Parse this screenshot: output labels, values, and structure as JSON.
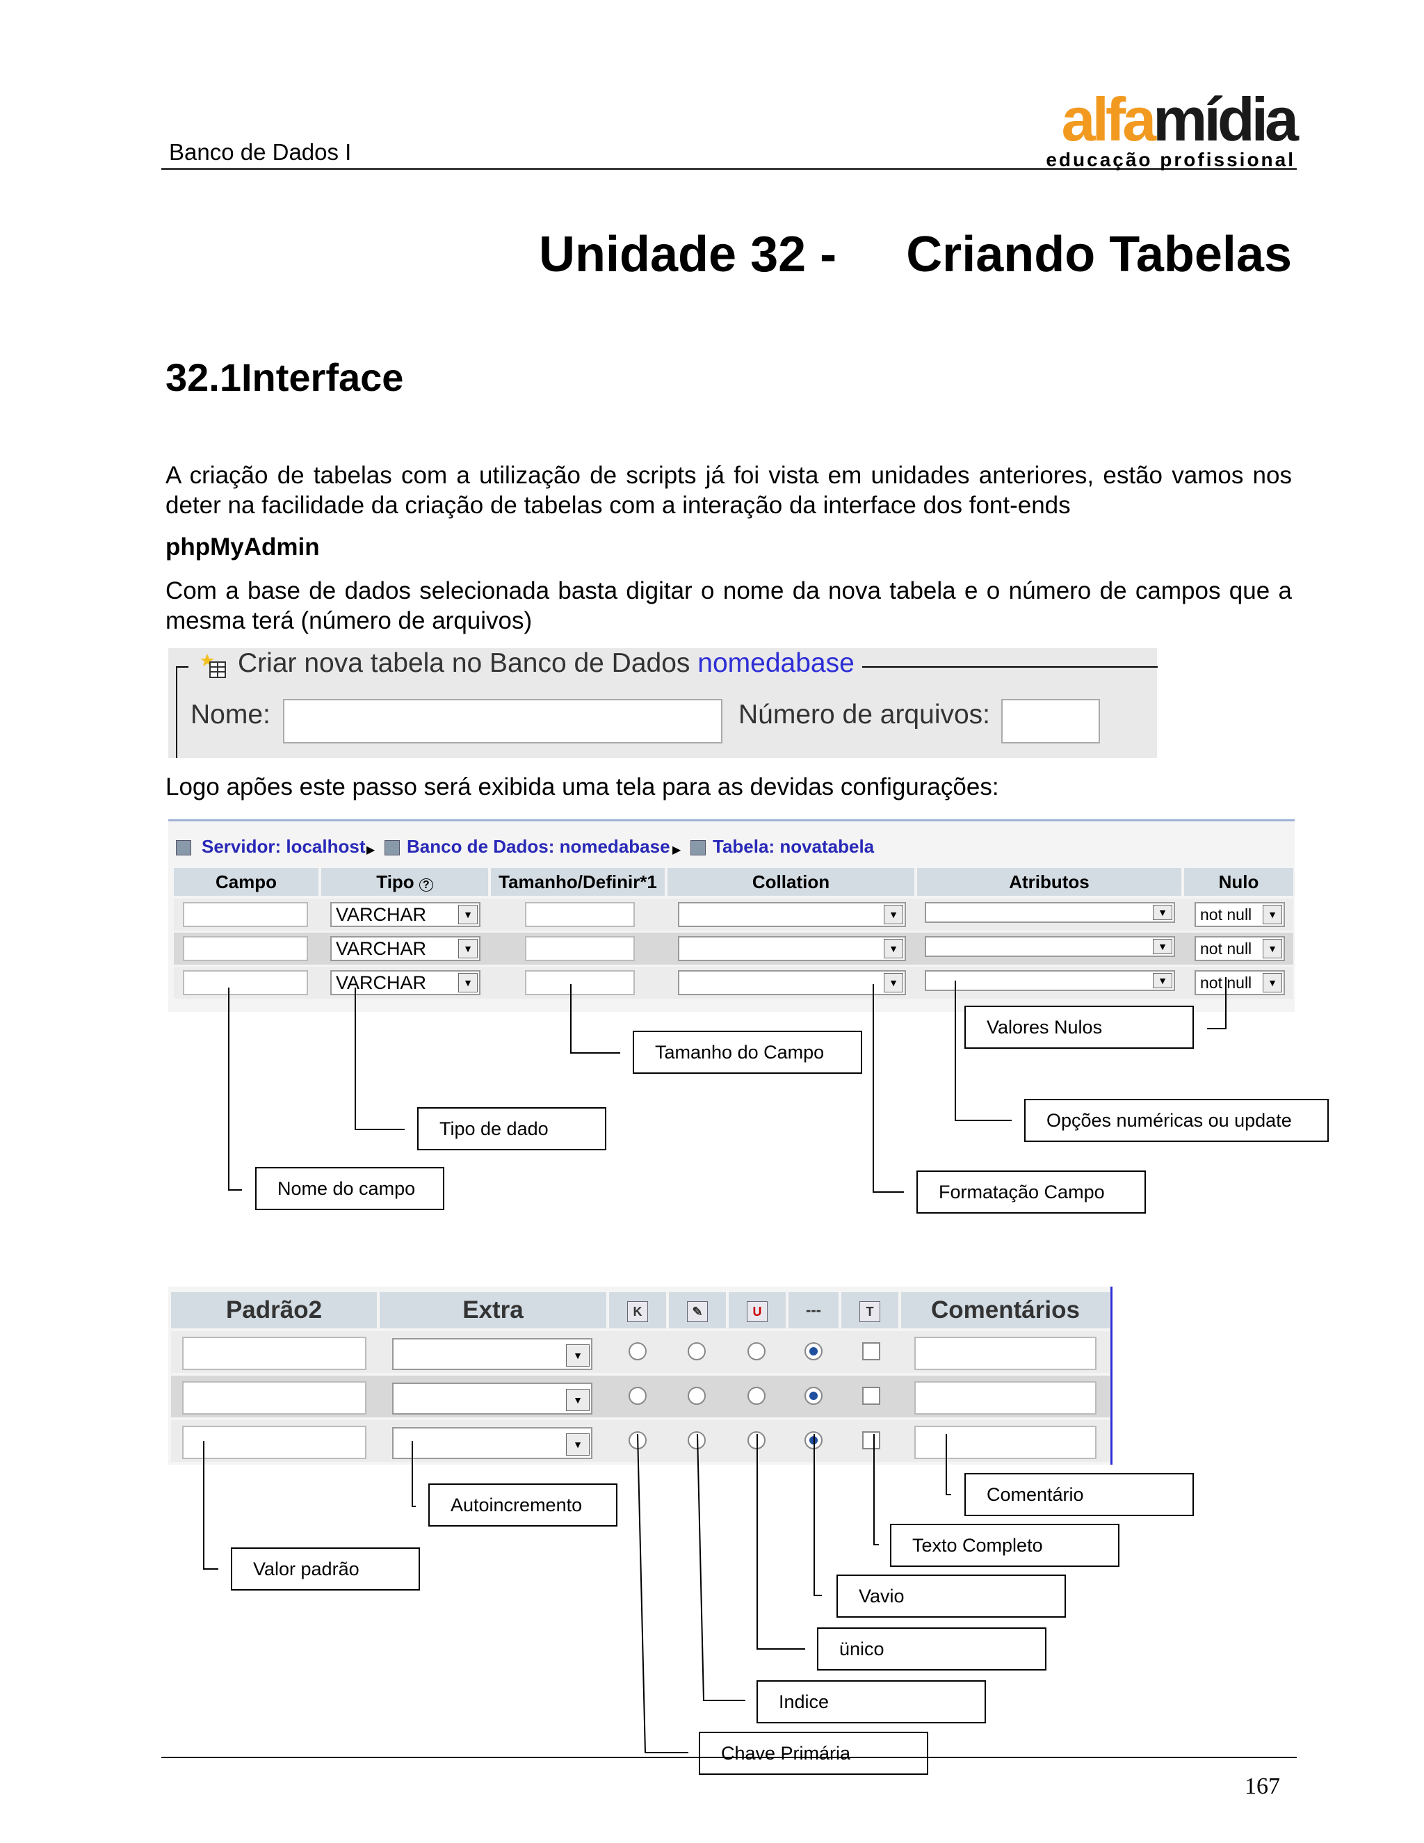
{
  "header": {
    "course": "Banco de Dados I",
    "logo_part1": "alfa",
    "logo_part2": "mídia",
    "logo_sub": "educação profissional"
  },
  "title": {
    "unit": "Unidade 32 -",
    "name": "Criando Tabelas"
  },
  "section": {
    "number": "32.1",
    "name": "Interface"
  },
  "paragraphs": {
    "p1": "A criação de tabelas com a utilização de scripts já foi vista em unidades anteriores, estão vamos nos deter na facilidade da criação de tabelas com a interação da interface dos font-ends",
    "p2": "phpMyAdmin",
    "p3": "Com a base de dados selecionada basta digitar o nome da nova tabela e o número de campos que a mesma terá (número de arquivos)",
    "p4": "Logo apões este passo será exibida uma tela para as devidas configurações:"
  },
  "create_form": {
    "legend_prefix": "Criar nova tabela no Banco de Dados",
    "db_name": "nomedabase",
    "name_label": "Nome:",
    "fields_label": "Número de arquivos:"
  },
  "breadcrumb": {
    "server": "Servidor: localhost",
    "database": "Banco de Dados: nomedabase",
    "table": "Tabela: novatabela"
  },
  "fields_table": {
    "headers": [
      "Campo",
      "Tipo",
      "Tamanho/Definir*1",
      "Collation",
      "Atributos",
      "Nulo"
    ],
    "type_value": "VARCHAR",
    "null_value": "not null"
  },
  "annotations1": {
    "nome_campo": "Nome do campo",
    "tipo_dado": "Tipo de dado",
    "tamanho": "Tamanho do Campo",
    "formatacao": "Formatação Campo",
    "opcoes": "Opções numéricas ou update",
    "nulos": "Valores Nulos"
  },
  "extra_table": {
    "headers": [
      "Padrão2",
      "Extra",
      "---",
      "Comentários"
    ]
  },
  "annotations2": {
    "valor_padrao": "Valor padrão",
    "autoincremento": "Autoincremento",
    "comentario": "Comentário",
    "texto_completo": "Texto Completo",
    "vazio": "Vavio",
    "unico": "ünico",
    "indice": "Indice",
    "chave": "Chave Primária"
  },
  "footer": {
    "page": "167"
  },
  "colors": {
    "logo_orange": "#f29a1f",
    "link_blue": "#2929b8",
    "header_bg": "#d3dce3"
  }
}
